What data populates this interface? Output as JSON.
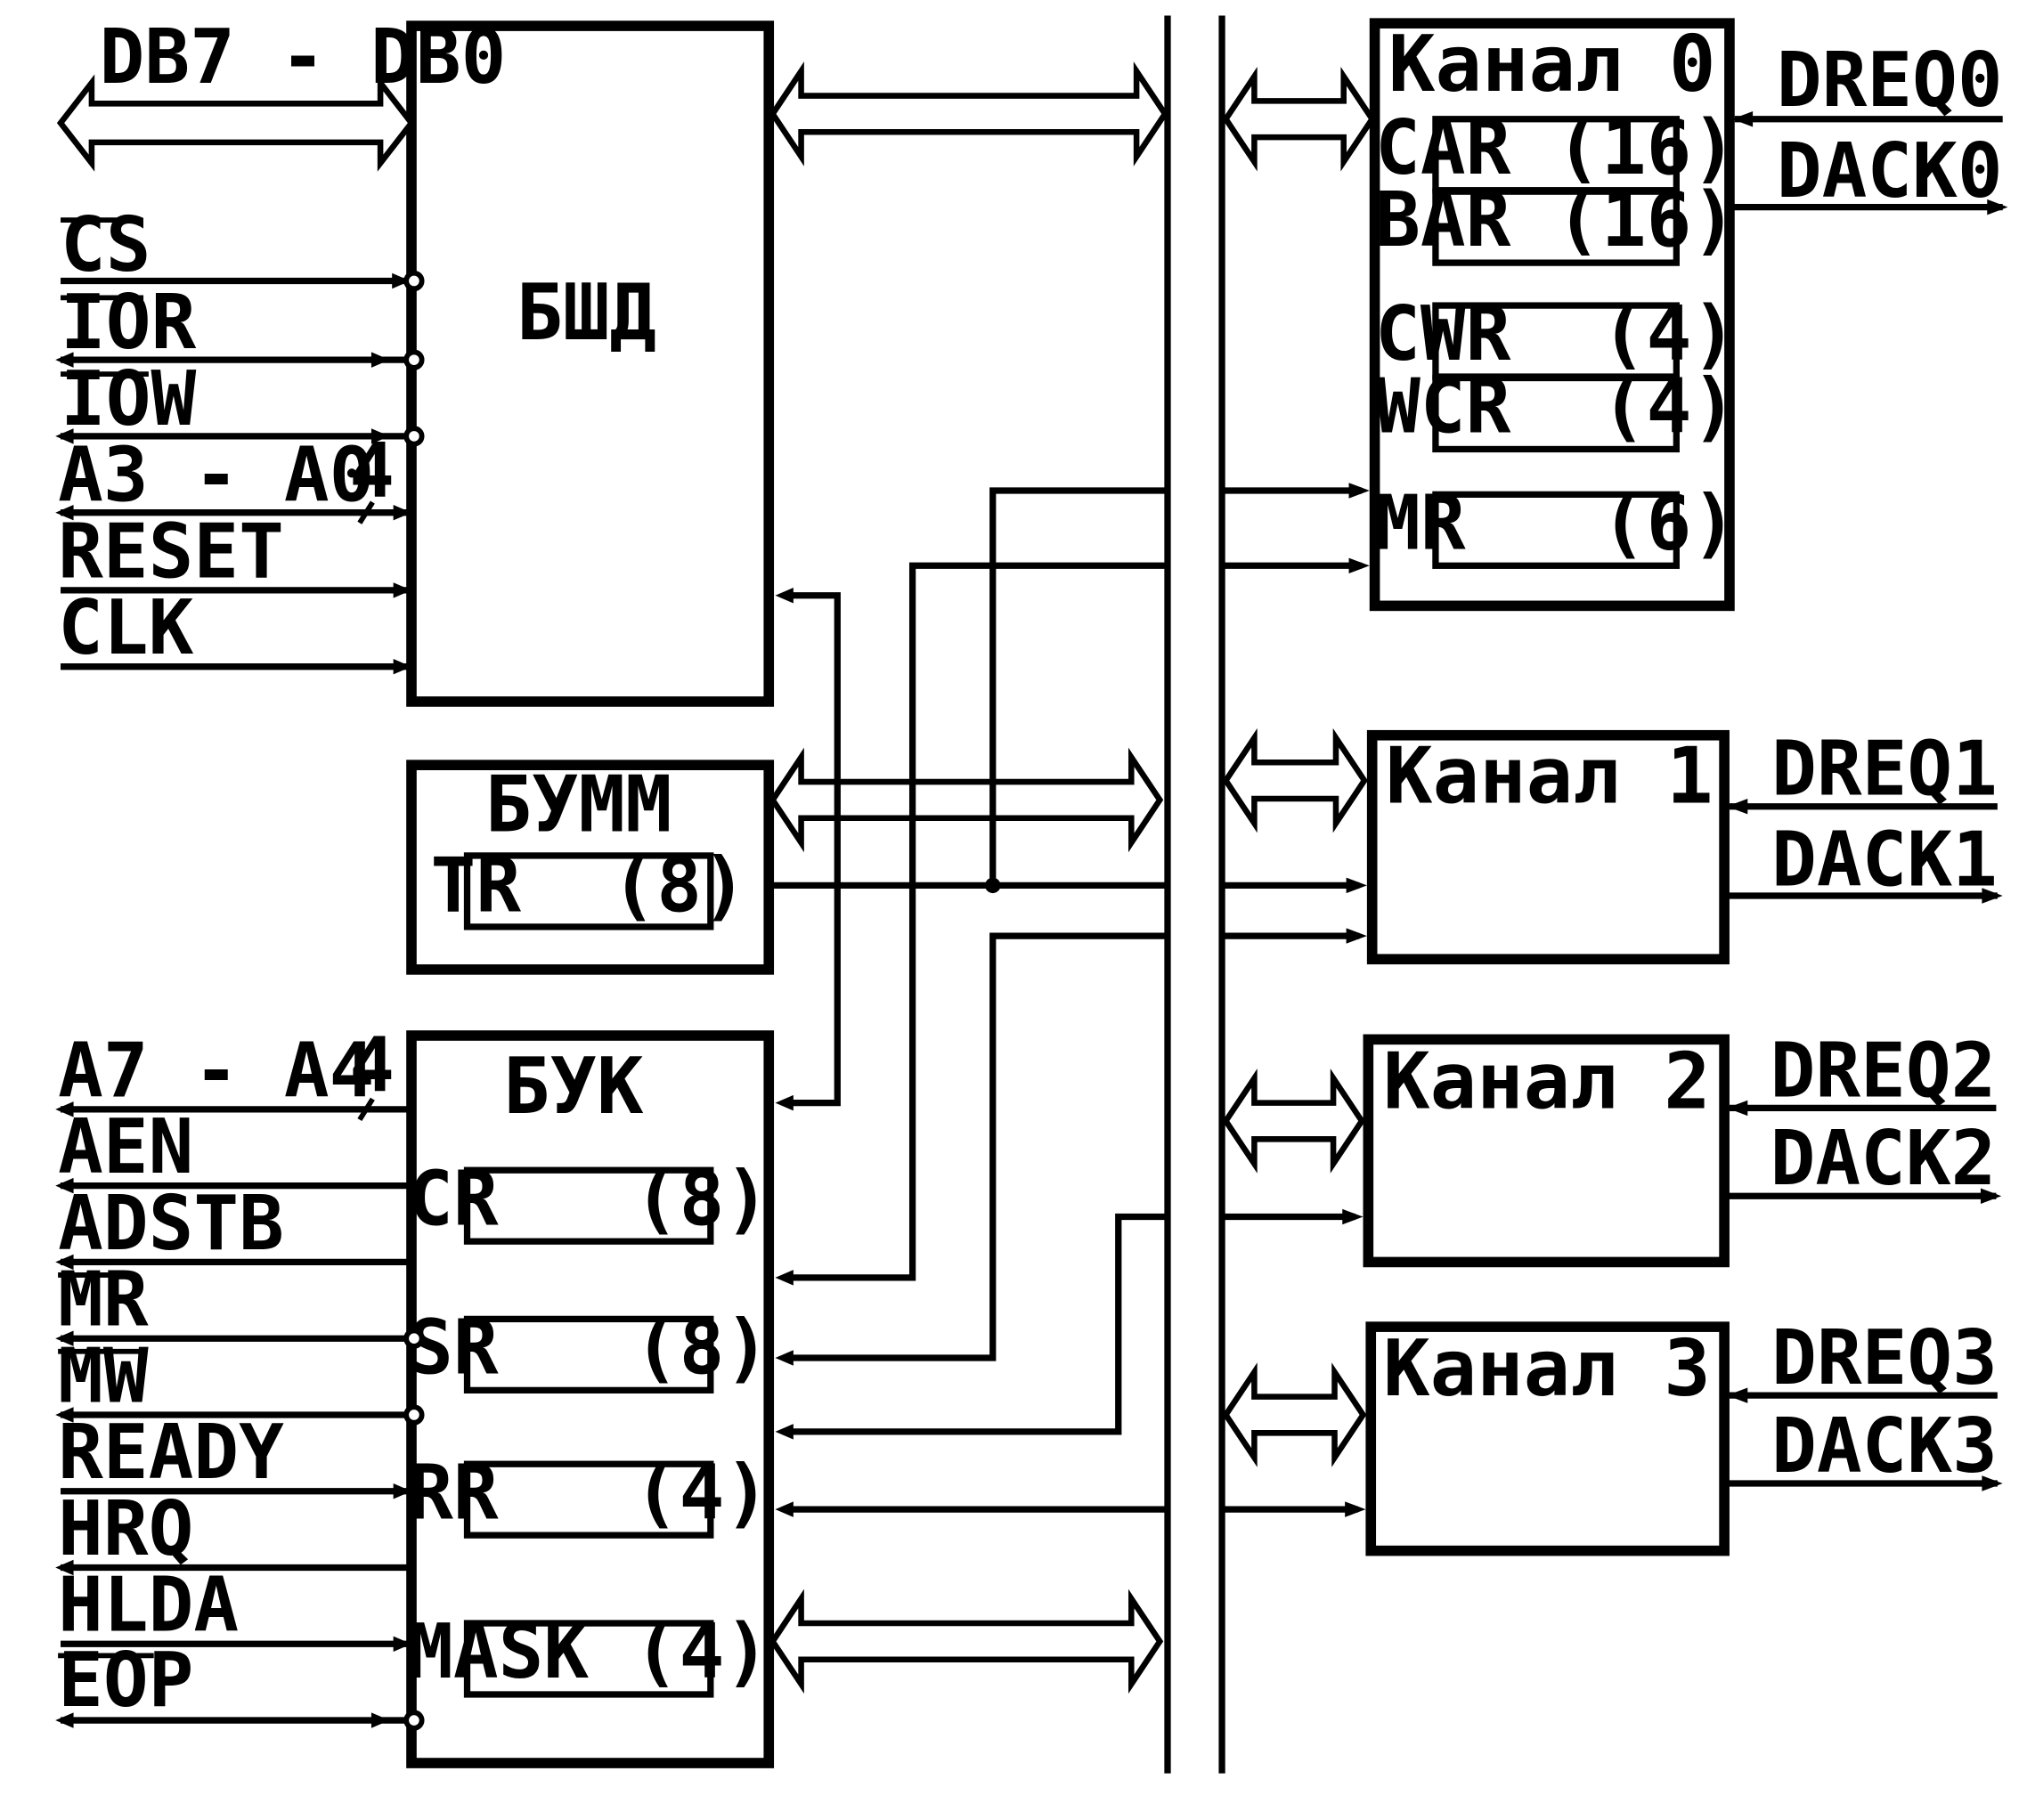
{
  "blocks": {
    "bshd": "БШД",
    "bumm": "БУММ",
    "buk": "БУК"
  },
  "registers": {
    "tr": "TR  (8)",
    "cr": "CR   (8)",
    "sr": "SR   (8)",
    "rr": "RR   (4)",
    "mask": "MASK (4)",
    "car": "CAR (16)",
    "bar": "BAR (16)",
    "cwr": "CWR  (4)",
    "wcr": "WCR  (4)",
    "mr": "MR   (6)"
  },
  "left_signals": {
    "data_bus": "DB7 - DB0",
    "cs": "CS",
    "ior": "IOR",
    "iow": "IOW",
    "addr_low": "A3 - A0",
    "addr_low_width": "4",
    "reset": "RESET",
    "clk": "CLK",
    "addr_high": "A7 - A4",
    "addr_high_width": "4",
    "aen": "AEN",
    "adstb": "ADSTB",
    "mr": "MR",
    "mw": "MW",
    "ready": "READY",
    "hrq": "HRQ",
    "hlda": "HLDA",
    "eop": "EOP"
  },
  "channels": [
    {
      "title": "Канал 0",
      "dreq": "DREQ0",
      "dack": "DACK0"
    },
    {
      "title": "Канал 1",
      "dreq": "DREQ1",
      "dack": "DACK1"
    },
    {
      "title": "Канал 2",
      "dreq": "DREQ2",
      "dack": "DACK2"
    },
    {
      "title": "Канал 3",
      "dreq": "DREQ3",
      "dack": "DACK3"
    }
  ]
}
